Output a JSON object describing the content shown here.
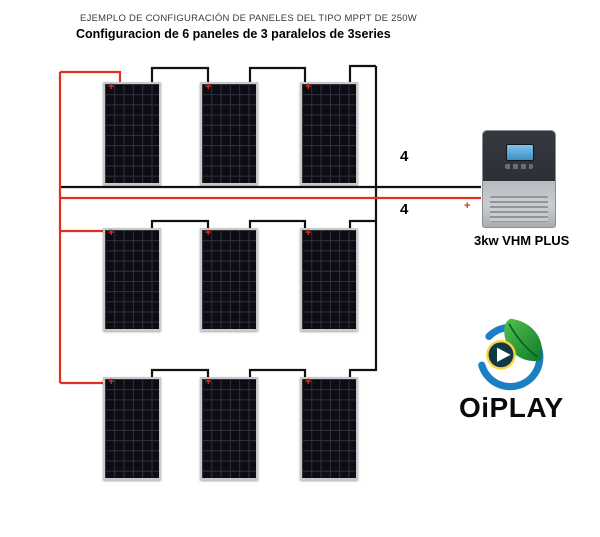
{
  "header": {
    "title": "EJEMPLO DE CONFIGURACIÓN DE PANELES DEL TIPO MPPT DE 250W",
    "subtitle": "Configuracion de 6 paneles de 3 paralelos de 3series"
  },
  "labels": {
    "plus": "+",
    "bus_wire_top": "4",
    "bus_wire_bottom": "4"
  },
  "inverter": {
    "label": "3kw VHM PLUS"
  },
  "logo": {
    "text": "OiPLAY"
  },
  "diagram": {
    "panel_rows": 3,
    "panel_cols": 3,
    "wire_colors": {
      "positive": "#e0301e",
      "negative": "#121212"
    }
  }
}
